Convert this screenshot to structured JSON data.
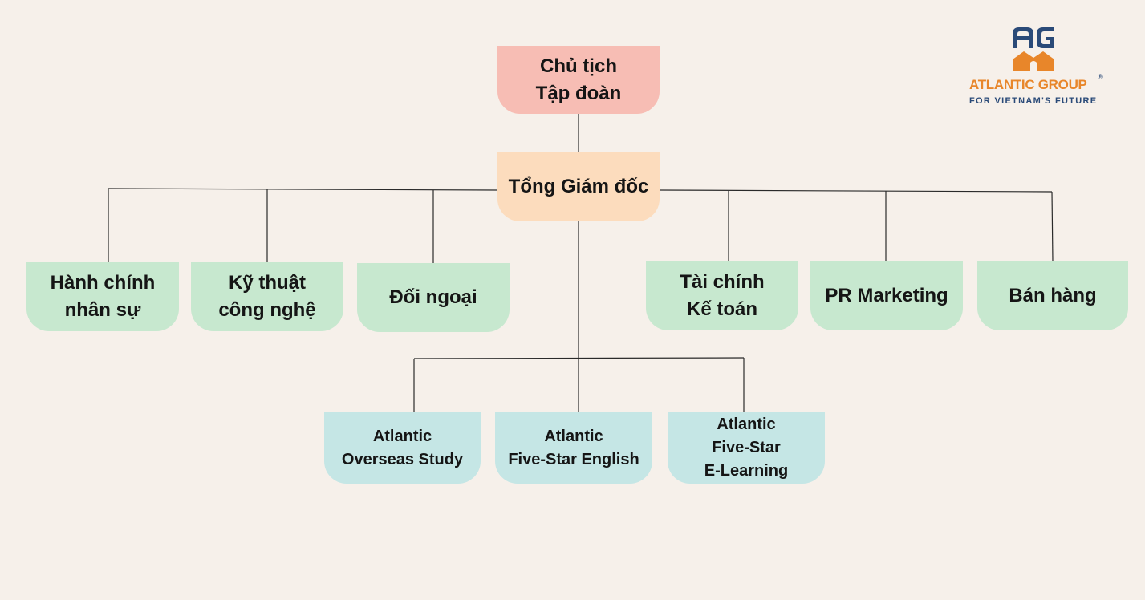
{
  "diagram": {
    "chairman": "Chủ tịch\nTập đoàn",
    "ceo": "Tổng Giám đốc",
    "departments": [
      "Hành chính\nnhân sự",
      "Kỹ thuật\ncông nghệ",
      "Đối ngoại",
      "Tài chính\nKế toán",
      "PR Marketing",
      "Bán hàng"
    ],
    "subsidiaries": [
      "Atlantic\nOverseas Study",
      "Atlantic\nFive-Star English",
      "Atlantic\nFive-Star\nE-Learning"
    ]
  },
  "logo": {
    "name": "ATLANTIC GROUP",
    "registered": "®",
    "tagline": "FOR VIETNAM'S FUTURE",
    "colors": {
      "orange": "#e8862a",
      "navy": "#2a4a78"
    }
  },
  "colors": {
    "background": "#f6f0ea",
    "chairman_box": "#f7bdb4",
    "ceo_box": "#fcdcbd",
    "department_box": "#c7e8cf",
    "subsidiary_box": "#c5e6e5",
    "connector": "#2a2a2a"
  }
}
